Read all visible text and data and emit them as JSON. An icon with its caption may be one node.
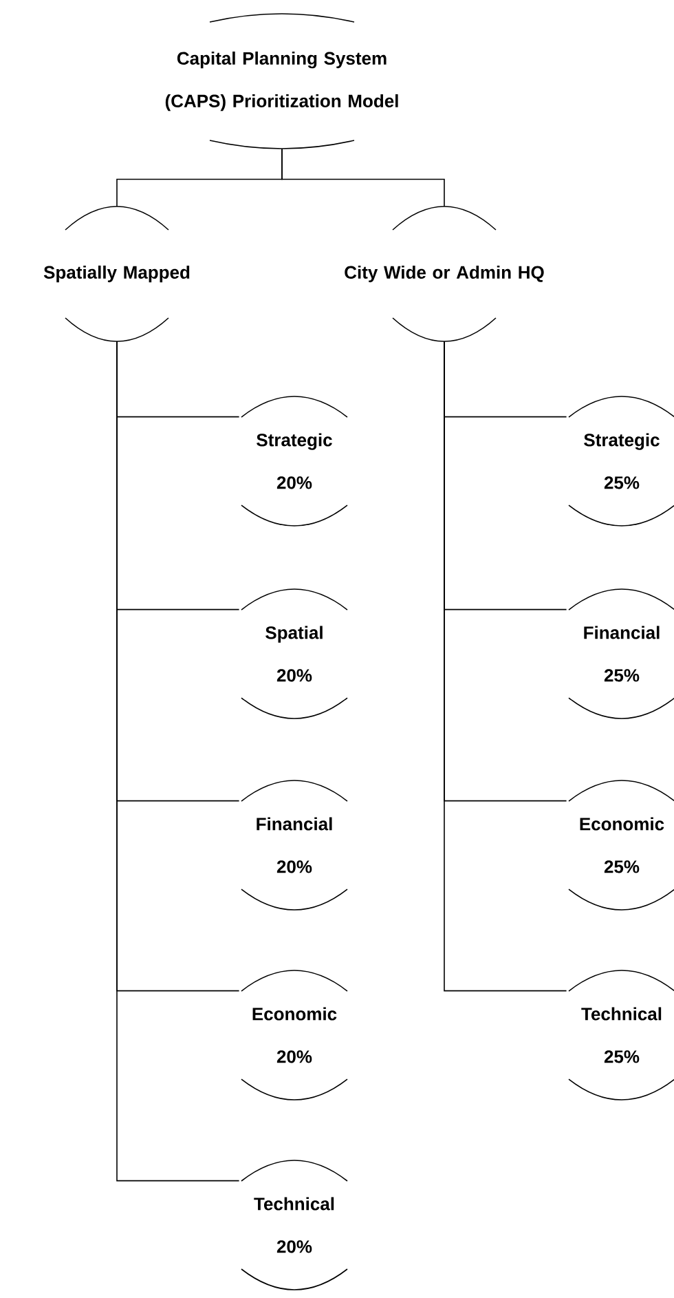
{
  "diagram": {
    "nodes": [
      {
        "text": [
          "Capital Planning System (CAPS) Prioritization Model"
        ]
      },
      {
        "text": [
          "Spatially Mapped"
        ]
      },
      {
        "text": [
          "City Wide or Admin HQ"
        ]
      },
      {
        "text": [
          "Strategic",
          "20%"
        ]
      },
      {
        "text": [
          "Spatial",
          "20%"
        ]
      },
      {
        "text": [
          "Financial",
          "20%"
        ]
      },
      {
        "text": [
          "Economic",
          "20%"
        ]
      },
      {
        "text": [
          "Technical",
          "20%"
        ]
      },
      {
        "text": [
          "Strategic",
          "25%"
        ]
      },
      {
        "text": [
          "Financial",
          "25%"
        ]
      },
      {
        "text": [
          "Economic",
          "25%"
        ]
      },
      {
        "text": [
          "Technical",
          "25%"
        ]
      }
    ],
    "edges": [
      {
        "from": 0,
        "to": 1,
        "arrow": "none"
      },
      {
        "from": 0,
        "to": 2,
        "arrow": "none"
      },
      {
        "from": 1,
        "to": 3,
        "arrow": "none"
      },
      {
        "from": 1,
        "to": 4,
        "arrow": "none"
      },
      {
        "from": 1,
        "to": 5,
        "arrow": "none"
      },
      {
        "from": 1,
        "to": 6,
        "arrow": "none"
      },
      {
        "from": 1,
        "to": 7,
        "arrow": "none"
      },
      {
        "from": 2,
        "to": 8,
        "arrow": "none"
      },
      {
        "from": 2,
        "to": 9,
        "arrow": "none"
      },
      {
        "from": 2,
        "to": 10,
        "arrow": "none"
      },
      {
        "from": 2,
        "to": 11,
        "arrow": "none"
      }
    ]
  }
}
